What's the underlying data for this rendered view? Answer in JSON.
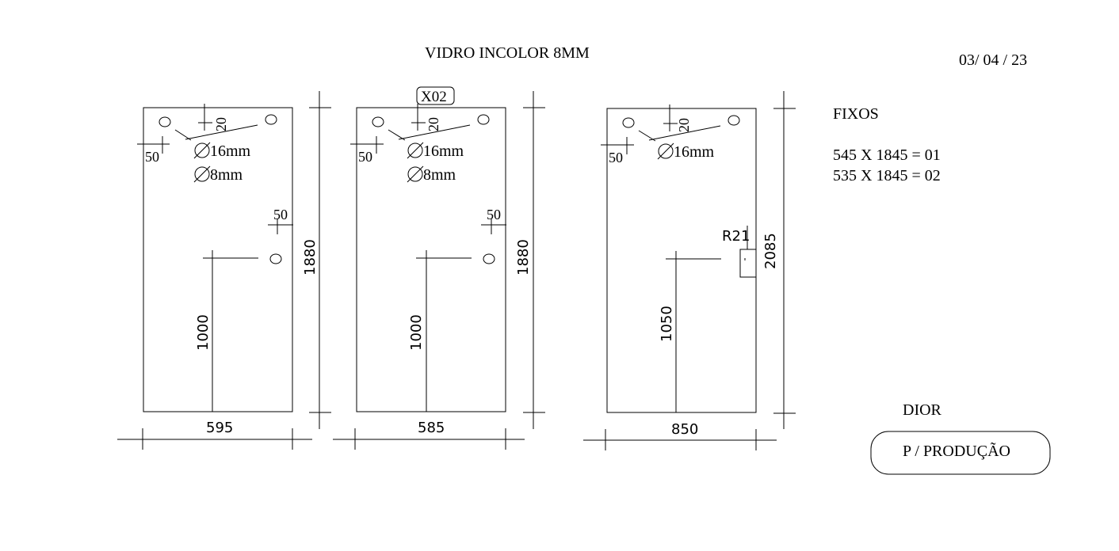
{
  "header": {
    "title": "VIDRO INCOLOR 8MM",
    "date": "03/ 04 / 23"
  },
  "panels": [
    {
      "tag": "",
      "width_label": "595",
      "height_label": "1880",
      "handle_height_label": "1000",
      "top_offset_label": "20",
      "side_offset_label": "50",
      "right_offset_label": "50",
      "holes": [
        "16mm",
        "8mm"
      ]
    },
    {
      "tag": "X02",
      "width_label": "585",
      "height_label": "1880",
      "handle_height_label": "1000",
      "top_offset_label": "20",
      "side_offset_label": "50",
      "right_offset_label": "50",
      "holes": [
        "16mm",
        "8mm"
      ]
    },
    {
      "tag": "",
      "width_label": "850",
      "height_label": "2085",
      "handle_height_label": "1050",
      "top_offset_label": "20",
      "side_offset_label": "50",
      "radius_label": "R21",
      "holes": [
        "16mm"
      ]
    }
  ],
  "notes": {
    "heading": "FIXOS",
    "lines": [
      "545 X 1845 = 01",
      "535 X 1845 = 02"
    ]
  },
  "client": "DIOR",
  "stamp": "P / PRODUÇÃO"
}
